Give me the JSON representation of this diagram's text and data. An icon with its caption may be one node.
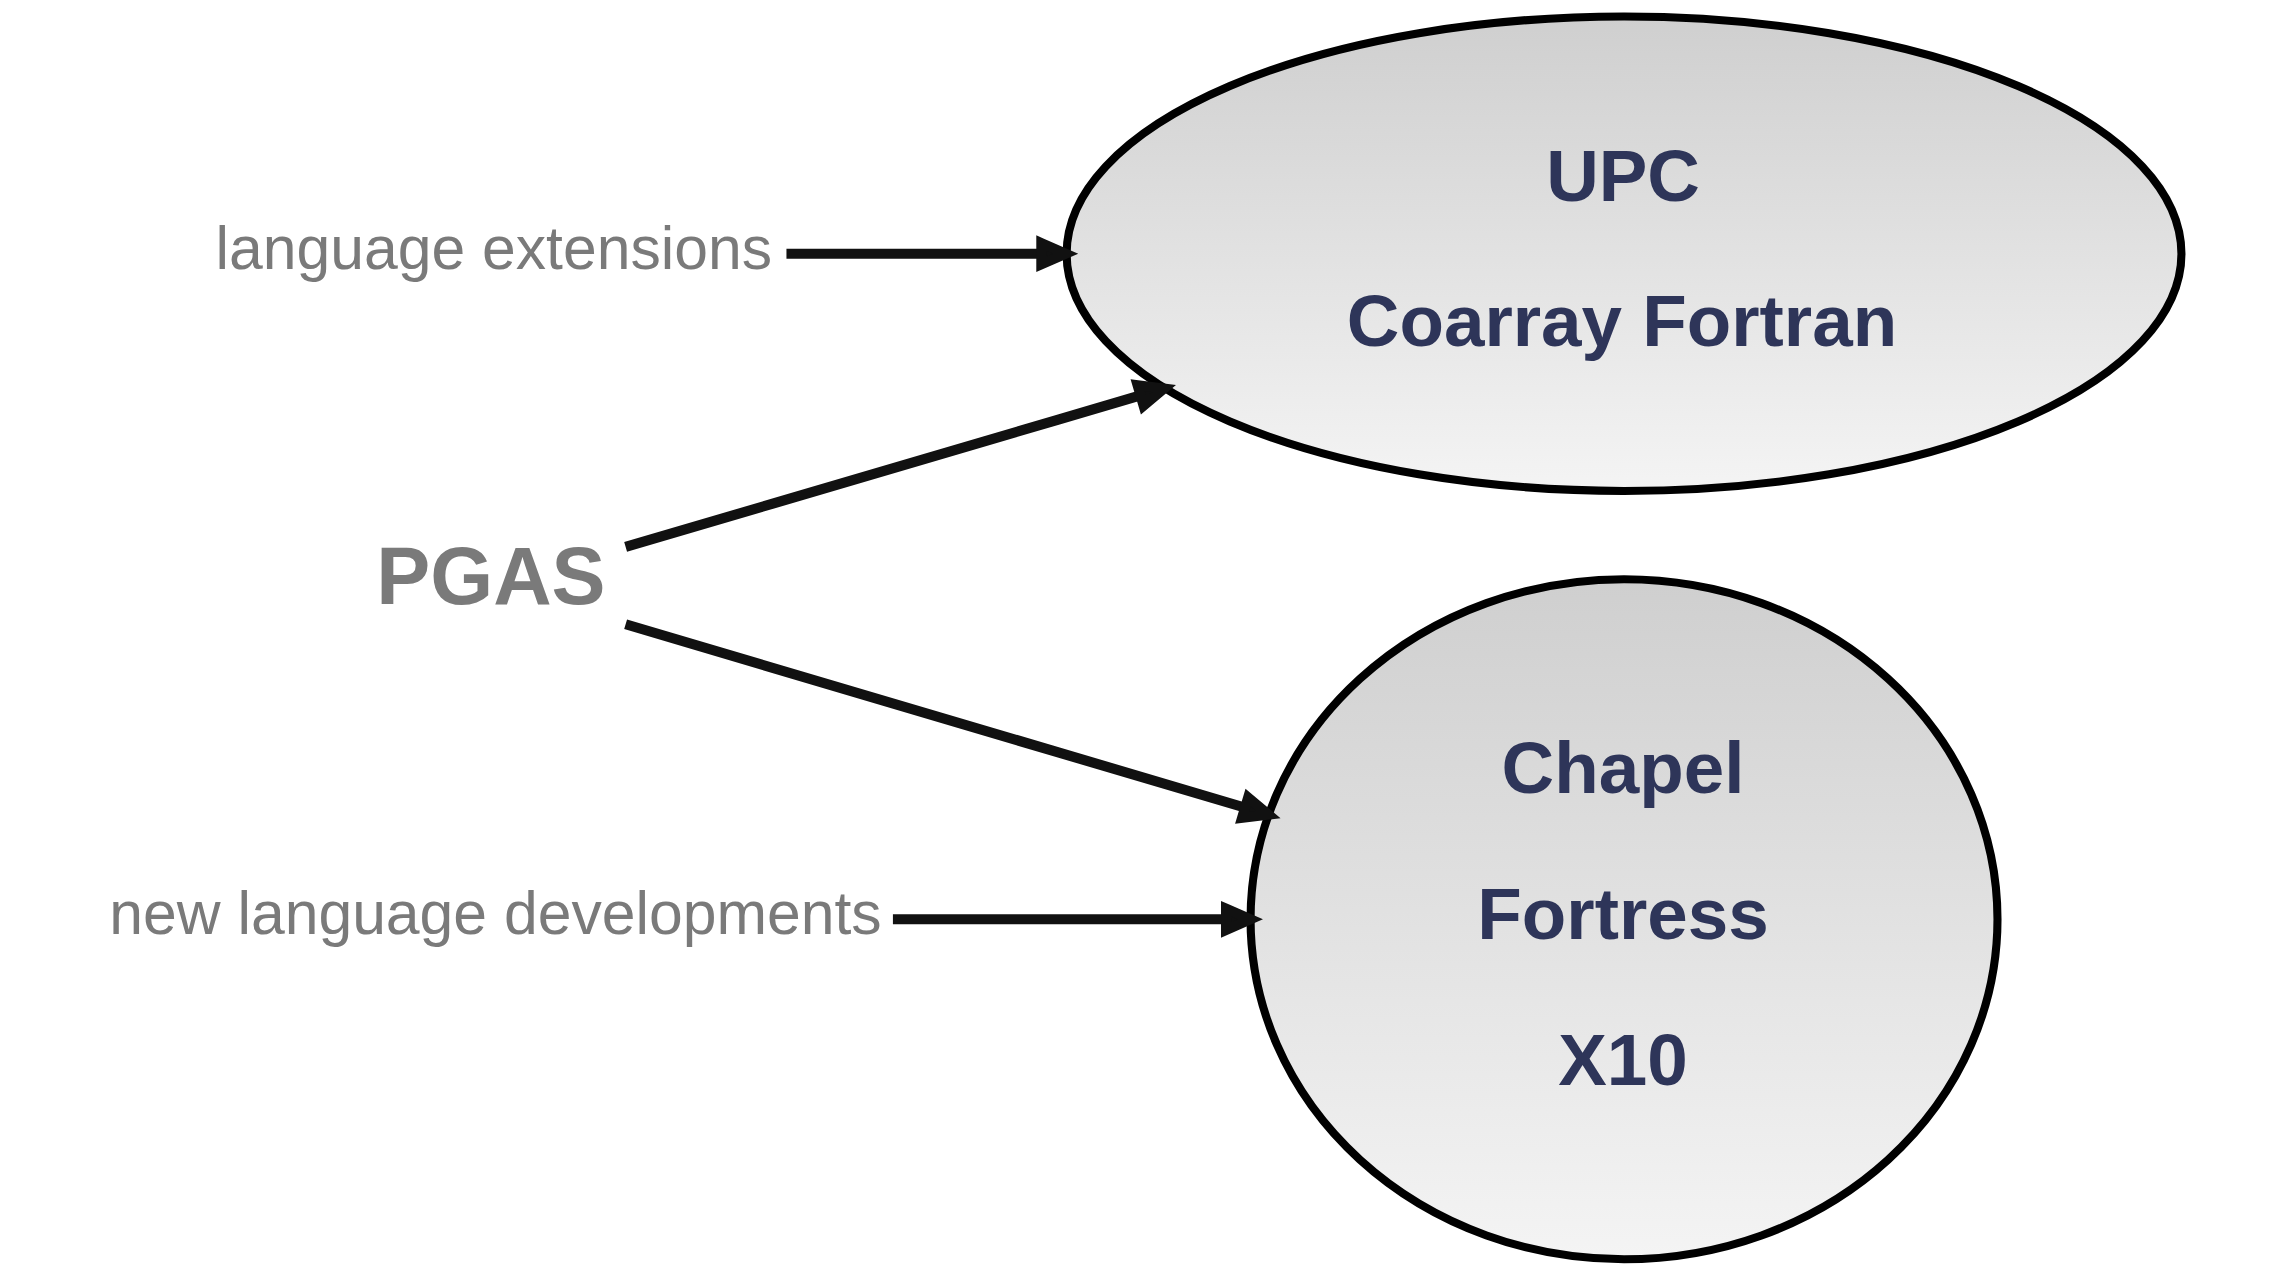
{
  "diagram": {
    "nodes": [
      {
        "text": [
          "language extensions"
        ]
      },
      {
        "text": [
          "UPC",
          "Coarray Fortran"
        ]
      },
      {
        "text": [
          "PGAS"
        ]
      },
      {
        "text": [
          "Chapel",
          "Fortress",
          "X10"
        ]
      },
      {
        "text": [
          "new language developments"
        ]
      }
    ],
    "edges": [
      {
        "from": 0,
        "to": 1,
        "arrow": "to"
      },
      {
        "from": 2,
        "to": 1,
        "arrow": "to"
      },
      {
        "from": 2,
        "to": 3,
        "arrow": "to"
      },
      {
        "from": 4,
        "to": 3,
        "arrow": "to"
      }
    ]
  }
}
